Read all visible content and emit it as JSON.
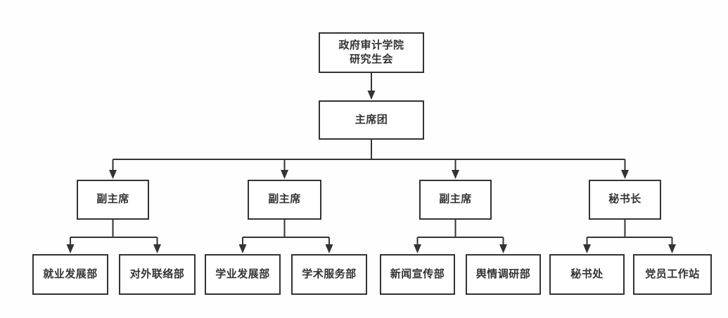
{
  "colors": {
    "background": "#fefefe",
    "node_fill": "#ffffff",
    "node_border": "#333333",
    "text": "#333333",
    "connector": "#333333"
  },
  "nodes": {
    "root": {
      "label": "政府审计学院\n研究生会"
    },
    "presidium": {
      "label": "主席团"
    },
    "vp1": {
      "label": "副主席"
    },
    "vp2": {
      "label": "副主席"
    },
    "vp3": {
      "label": "副主席"
    },
    "sg": {
      "label": "秘书长"
    },
    "d1": {
      "label": "就业发展部"
    },
    "d2": {
      "label": "对外联络部"
    },
    "d3": {
      "label": "学业发展部"
    },
    "d4": {
      "label": "学术服务部"
    },
    "d5": {
      "label": "新闻宣传部"
    },
    "d6": {
      "label": "舆情调研部"
    },
    "d7": {
      "label": "秘书处"
    },
    "d8": {
      "label": "党员工作站"
    }
  },
  "edges": [
    {
      "from": "root",
      "to": "presidium"
    },
    {
      "from": "presidium",
      "to": "vp1"
    },
    {
      "from": "presidium",
      "to": "vp2"
    },
    {
      "from": "presidium",
      "to": "vp3"
    },
    {
      "from": "presidium",
      "to": "sg"
    },
    {
      "from": "vp1",
      "to": "d1"
    },
    {
      "from": "vp1",
      "to": "d2"
    },
    {
      "from": "vp2",
      "to": "d3"
    },
    {
      "from": "vp2",
      "to": "d4"
    },
    {
      "from": "vp3",
      "to": "d5"
    },
    {
      "from": "vp3",
      "to": "d6"
    },
    {
      "from": "sg",
      "to": "d7"
    },
    {
      "from": "sg",
      "to": "d8"
    }
  ]
}
